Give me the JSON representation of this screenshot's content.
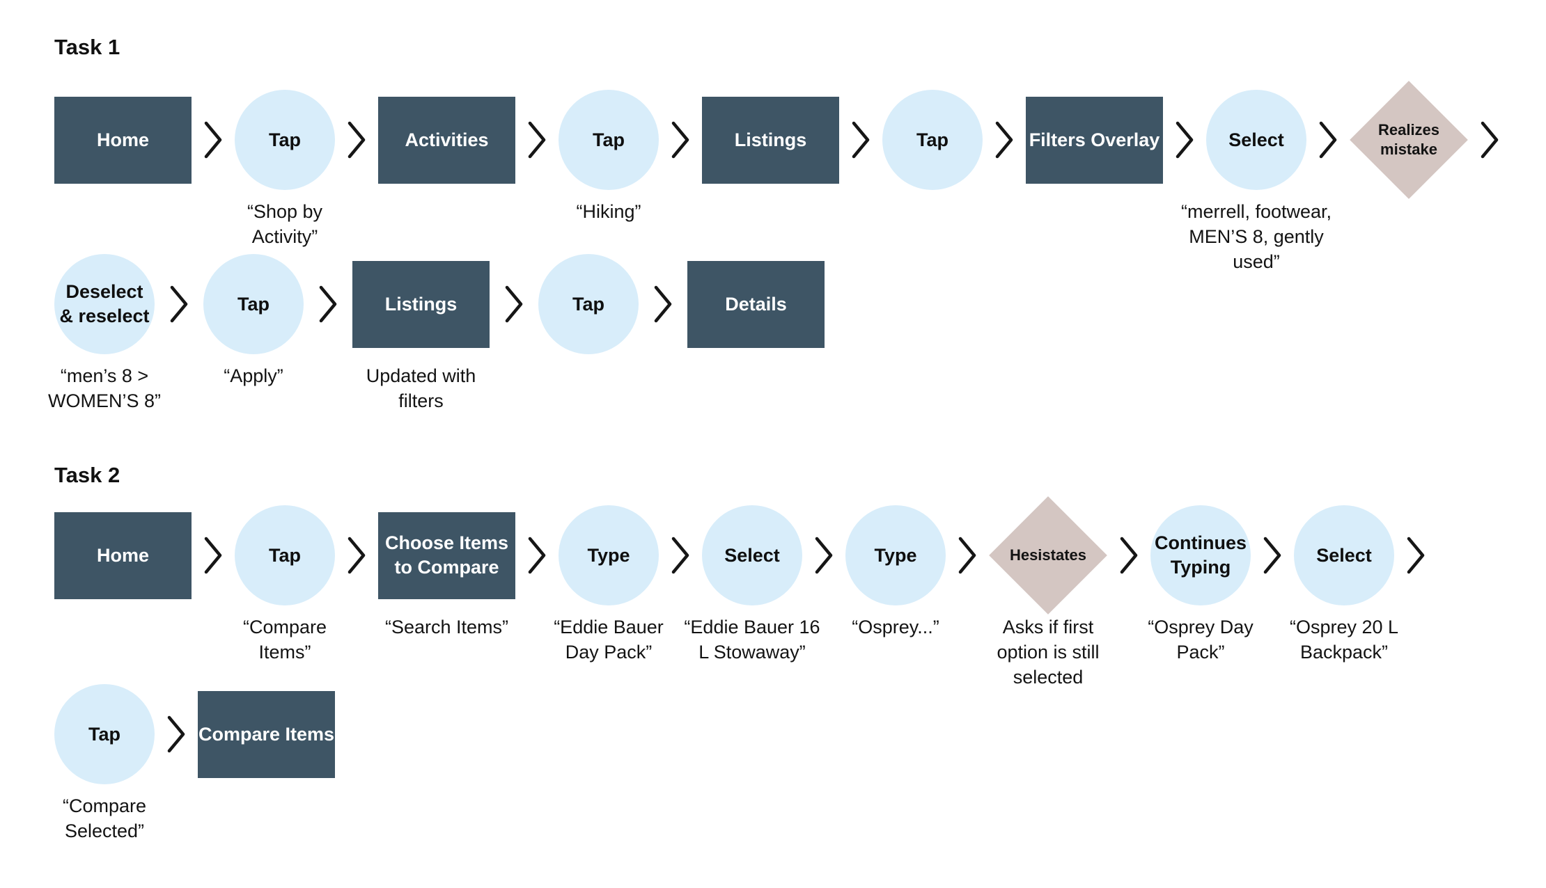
{
  "colors": {
    "screen_box": "#3E5565",
    "action_circle": "#D8EDFA",
    "event_diamond": "#D4C6C2",
    "arrow": "#161616",
    "box_text": "#FFFFFF",
    "text": "#131313",
    "background": "#FFFFFF"
  },
  "tasks": [
    {
      "title": "Task 1",
      "rows": [
        {
          "nodes": [
            {
              "type": "box",
              "label": "Home"
            },
            {
              "type": "circle",
              "label": "Tap",
              "caption": "“Shop by\nActivity”"
            },
            {
              "type": "box",
              "label": "Activities"
            },
            {
              "type": "circle",
              "label": "Tap",
              "caption": "“Hiking”"
            },
            {
              "type": "box",
              "label": "Listings"
            },
            {
              "type": "circle",
              "label": "Tap"
            },
            {
              "type": "box",
              "label": "Filters Overlay"
            },
            {
              "type": "circle",
              "label": "Select",
              "caption": "“merrell, footwear,\nMEN’S 8, gently\nused”"
            },
            {
              "type": "diamond",
              "label": "Realizes\nmistake"
            }
          ]
        },
        {
          "nodes": [
            {
              "type": "circle",
              "label": "Deselect\n& reselect",
              "caption": "“men’s 8 >\nWOMEN’S 8”"
            },
            {
              "type": "circle",
              "label": "Tap",
              "caption": "“Apply”"
            },
            {
              "type": "box",
              "label": "Listings",
              "caption": "Updated with\nfilters"
            },
            {
              "type": "circle",
              "label": "Tap"
            },
            {
              "type": "box",
              "label": "Details"
            }
          ]
        }
      ]
    },
    {
      "title": "Task 2",
      "rows": [
        {
          "nodes": [
            {
              "type": "box",
              "label": "Home"
            },
            {
              "type": "circle",
              "label": "Tap",
              "caption": "“Compare\nItems”"
            },
            {
              "type": "box",
              "label": "Choose Items\nto Compare",
              "caption": "“Search Items”"
            },
            {
              "type": "circle",
              "label": "Type",
              "caption": "“Eddie Bauer\nDay Pack”"
            },
            {
              "type": "circle",
              "label": "Select",
              "caption": "“Eddie Bauer 16\nL Stowaway”"
            },
            {
              "type": "circle",
              "label": "Type",
              "caption": "“Osprey...”"
            },
            {
              "type": "diamond",
              "label": "Hesistates",
              "caption": "Asks if first\noption is still\nselected"
            },
            {
              "type": "circle",
              "label": "Continues\nTyping",
              "caption": "“Osprey Day\nPack”"
            },
            {
              "type": "circle",
              "label": "Select",
              "caption": "“Osprey 20 L\nBackpack”"
            }
          ]
        },
        {
          "nodes": [
            {
              "type": "circle",
              "label": "Tap",
              "caption": "“Compare\nSelected”"
            },
            {
              "type": "box",
              "label": "Compare Items"
            }
          ]
        }
      ]
    }
  ]
}
